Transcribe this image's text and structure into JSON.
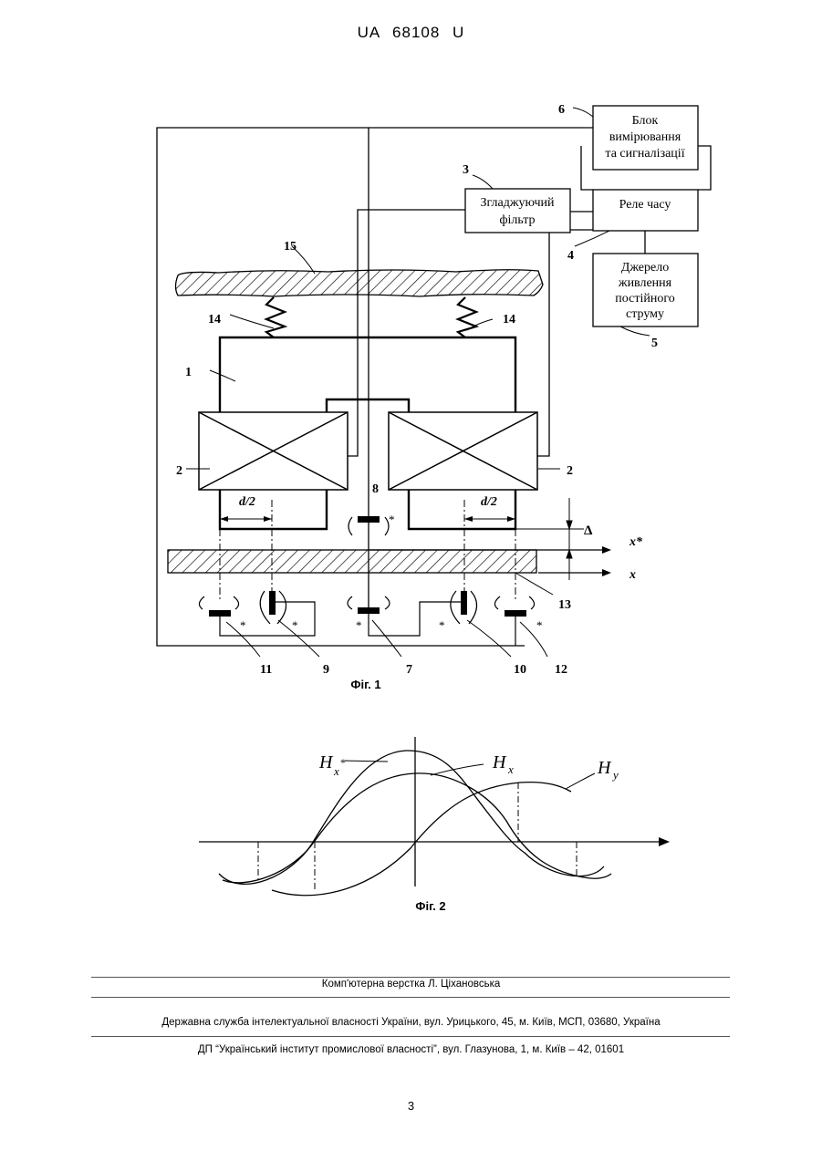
{
  "header": {
    "doc_id": "UA   68108   U"
  },
  "fig1": {
    "blocks": {
      "measure_lines": [
        "Блок",
        "вимірювання",
        "та сигналізації"
      ],
      "filter_lines": [
        "Згладжуючий",
        "фільтр"
      ],
      "relay": "Реле часу",
      "power_lines": [
        "Джерело",
        "живлення",
        "постійного",
        "струму"
      ]
    },
    "numbers": {
      "n1": "1",
      "n2a": "2",
      "n2b": "2",
      "n3": "3",
      "n4": "4",
      "n5": "5",
      "n6": "6",
      "n7": "7",
      "n8": "8",
      "n9": "9",
      "n10": "10",
      "n11": "11",
      "n12": "12",
      "n13": "13",
      "n14a": "14",
      "n14b": "14",
      "n15": "15"
    },
    "labels": {
      "d2_left": "d/2",
      "d2_right": "d/2",
      "delta": "Δ",
      "x_star": "x*",
      "x": "x",
      "star": "*"
    },
    "caption": "Фіг. 1"
  },
  "fig2": {
    "labels": {
      "hx_star": "H",
      "hx_star_sub": "x",
      "hx_star_sup": "*",
      "hx": "H",
      "hx_sub": "x",
      "hy": "H",
      "hy_sub": "y"
    },
    "caption": "Фіг. 2"
  },
  "footer": {
    "line1": "Комп'ютерна верстка Л. Ціхановська",
    "line2": "Державна служба інтелектуальної власності України, вул. Урицького, 45, м. Київ, МСП, 03680, Україна",
    "line3": "ДП “Український інститут промислової власності”, вул. Глазунова, 1, м. Київ – 42, 01601"
  },
  "page_number": "3"
}
